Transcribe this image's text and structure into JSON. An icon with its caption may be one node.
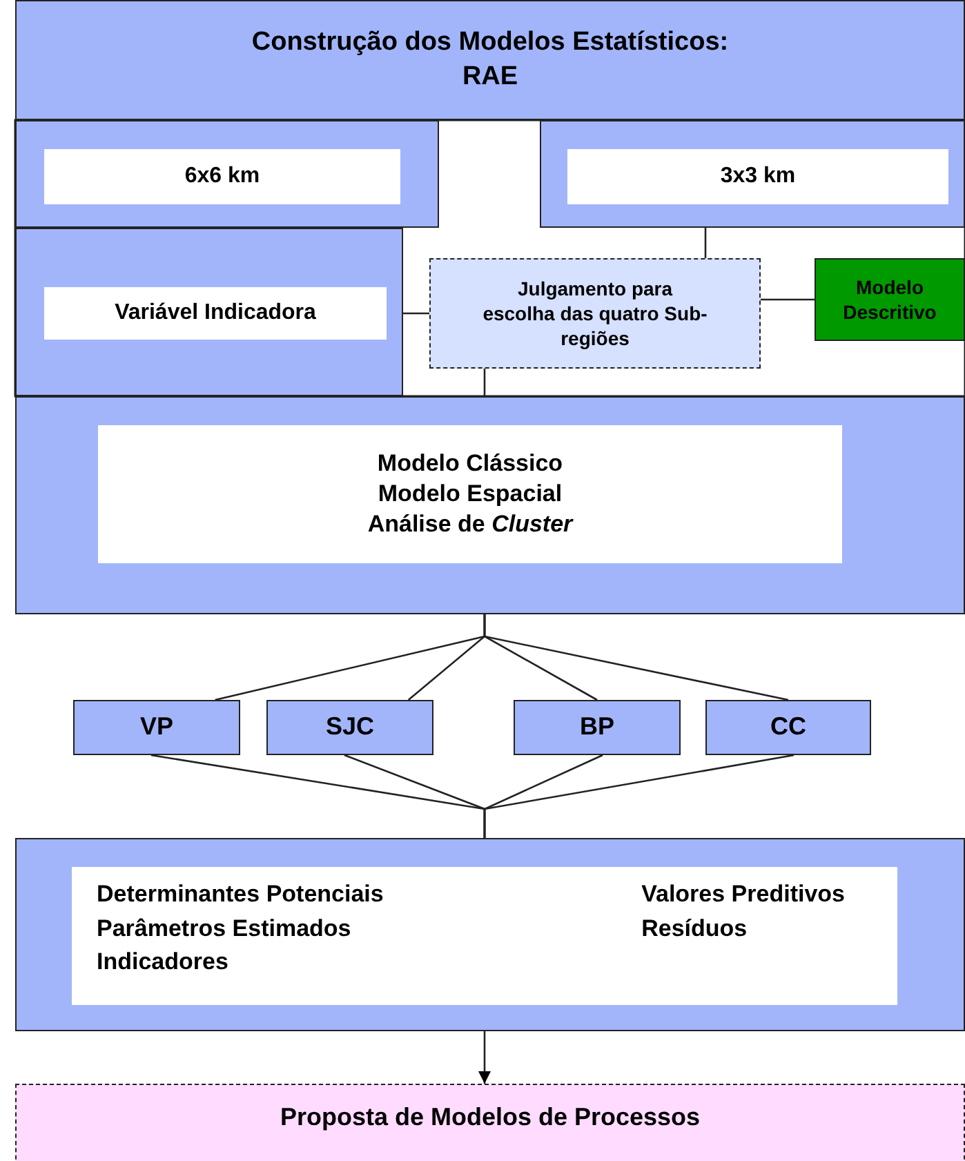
{
  "diagram": {
    "nodes": [
      {
        "text": [
          "Construção dos Modelos Estatísticos: RAE"
        ]
      },
      {
        "text": [
          "6x6 km"
        ]
      },
      {
        "text": [
          "3x3 km"
        ]
      },
      {
        "text": [
          "Variável Indicadora"
        ]
      },
      {
        "text": [
          "Julgamento para escolha das quatro Sub-regiões"
        ]
      },
      {
        "text": [
          "Modelo Descritivo"
        ]
      },
      {
        "text": [
          "Modelo Clássico",
          "Modelo Espacial",
          "Análise de *Cluster*"
        ]
      },
      {
        "text": [
          "VP"
        ]
      },
      {
        "text": [
          "SJC"
        ]
      },
      {
        "text": [
          "BP"
        ]
      },
      {
        "text": [
          "CC"
        ]
      },
      {
        "text": [
          "Determinantes Potenciais",
          "Parâmetros Estimados",
          "Indicadores",
          "Valores Preditivos",
          "Resíduos"
        ]
      },
      {
        "text": [
          "Proposta de Modelos de Processos"
        ]
      }
    ],
    "edges": [
      {
        "from": 2,
        "to": 4,
        "arrow": "none"
      },
      {
        "from": 3,
        "to": 4,
        "arrow": "none"
      },
      {
        "from": 4,
        "to": 5,
        "arrow": "none"
      },
      {
        "from": 4,
        "to": 6,
        "arrow": "none"
      },
      {
        "from": 6,
        "to": 7,
        "arrow": "none"
      },
      {
        "from": 6,
        "to": 8,
        "arrow": "none"
      },
      {
        "from": 6,
        "to": 9,
        "arrow": "none"
      },
      {
        "from": 6,
        "to": 10,
        "arrow": "none"
      },
      {
        "from": 7,
        "to": 11,
        "arrow": "none"
      },
      {
        "from": 8,
        "to": 11,
        "arrow": "none"
      },
      {
        "from": 9,
        "to": 11,
        "arrow": "none"
      },
      {
        "from": 10,
        "to": 11,
        "arrow": "none"
      },
      {
        "from": 11,
        "to": 12,
        "arrow": "to"
      }
    ]
  }
}
